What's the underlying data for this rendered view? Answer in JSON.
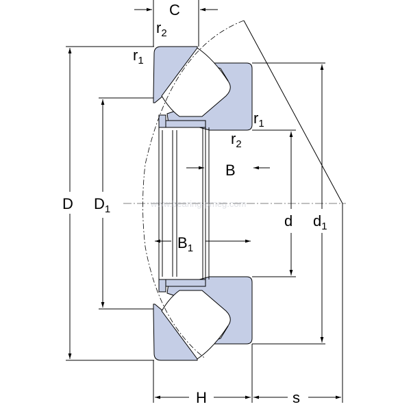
{
  "labels": {
    "C": "C",
    "r2_top": {
      "base": "r",
      "sub": "2"
    },
    "r1_top": {
      "base": "r",
      "sub": "1"
    },
    "r1_right": {
      "base": "r",
      "sub": "1"
    },
    "r2_right": {
      "base": "r",
      "sub": "2"
    },
    "D": "D",
    "D1": {
      "base": "D",
      "sub": "1"
    },
    "B": "B",
    "B1": {
      "base": "B",
      "sub": "1"
    },
    "d": "d",
    "d1": {
      "base": "d",
      "sub": "1"
    },
    "H": "H",
    "s": "s"
  },
  "colors": {
    "part_fill": "#c5cee6",
    "line": "#000000",
    "background": "#ffffff"
  },
  "watermark": "www.bearing-pmeg.com"
}
